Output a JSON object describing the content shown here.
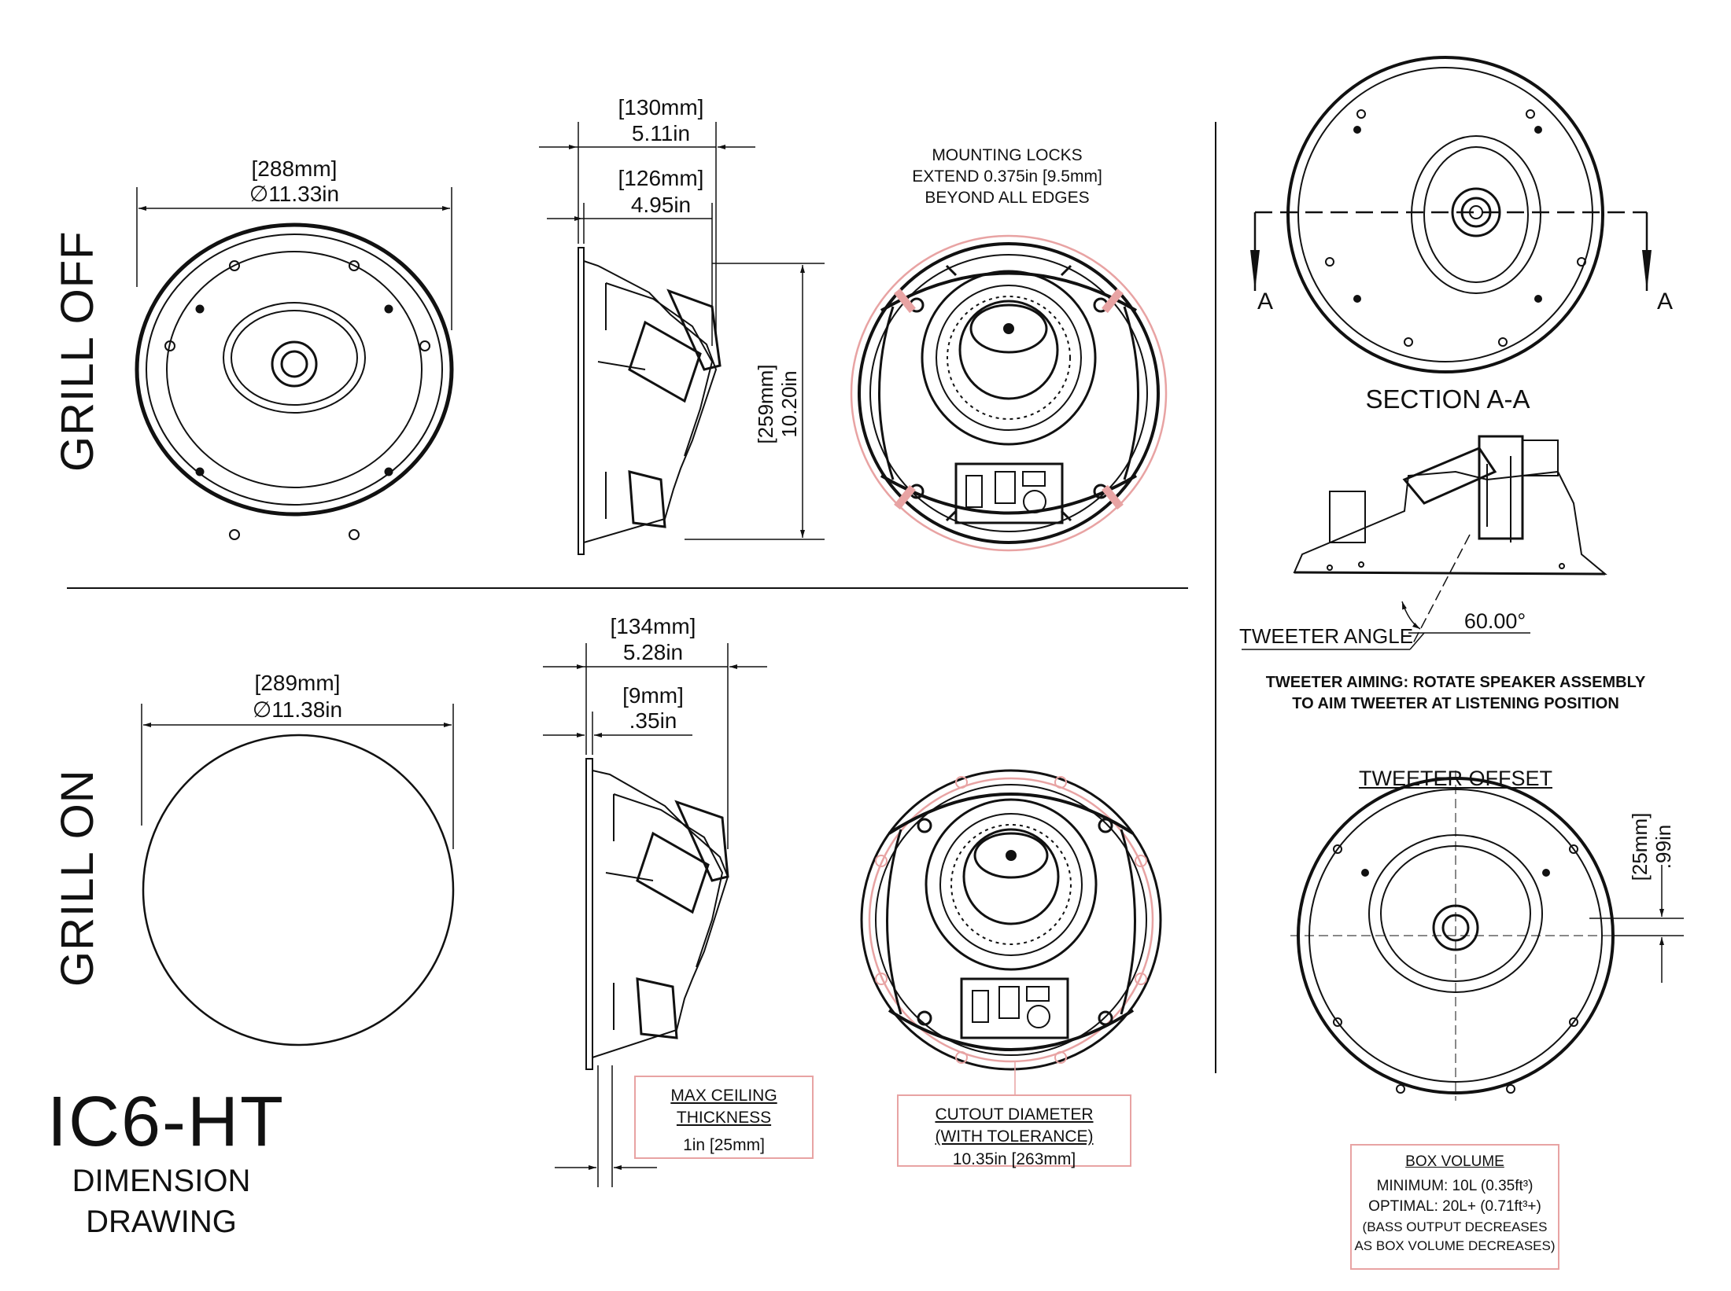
{
  "views": {
    "grill_off": "GRILL OFF",
    "grill_on": "GRILL ON"
  },
  "title": {
    "model": "IC6-HT",
    "line1": "DIMENSION",
    "line2": "DRAWING"
  },
  "dims": {
    "off_diameter_mm": "[288mm]",
    "off_diameter_in": "∅11.33in",
    "off_depth_mm": "[130mm]",
    "off_depth_in": "5.11in",
    "off_mount_mm": "[126mm]",
    "off_mount_in": "4.95in",
    "off_height_mm": "[259mm]",
    "off_height_in": "10.20in",
    "on_diameter_mm": "[289mm]",
    "on_diameter_in": "∅11.38in",
    "on_depth_mm": "[134mm]",
    "on_depth_in": "5.28in",
    "on_flange_mm": "[9mm]",
    "on_flange_in": ".35in",
    "offset_mm": "[25mm]",
    "offset_in": ".99in"
  },
  "notes": {
    "mount_l1": "MOUNTING LOCKS",
    "mount_l2": "EXTEND 0.375in [9.5mm]",
    "mount_l3": "BEYOND ALL EDGES",
    "section": "SECTION A-A",
    "section_mark": "A",
    "tweeter_angle": "TWEETER ANGLE",
    "angle_value": "60.00°",
    "aim_l1": "TWEETER AIMING: ROTATE SPEAKER ASSEMBLY",
    "aim_l2": "TO AIM TWEETER AT LISTENING POSITION",
    "tweeter_offset": "TWEETER OFFSET"
  },
  "boxes": {
    "ceiling_l1": "MAX CEILING",
    "ceiling_l2": "THICKNESS",
    "ceiling_l3": "1in [25mm]",
    "cutout_l1": "CUTOUT DIAMETER",
    "cutout_l2": "(WITH TOLERANCE)",
    "cutout_l3": "10.35in [263mm]",
    "box_l1": "BOX VOLUME",
    "box_l2": "MINIMUM: 10L (0.35ft³)",
    "box_l3": "OPTIMAL: 20L+ (0.71ft³+)",
    "box_l4": "(BASS OUTPUT DECREASES",
    "box_l5": "AS BOX VOLUME DECREASES)"
  },
  "colors": {
    "line": "#111111",
    "highlight": "#e8a3a3"
  }
}
